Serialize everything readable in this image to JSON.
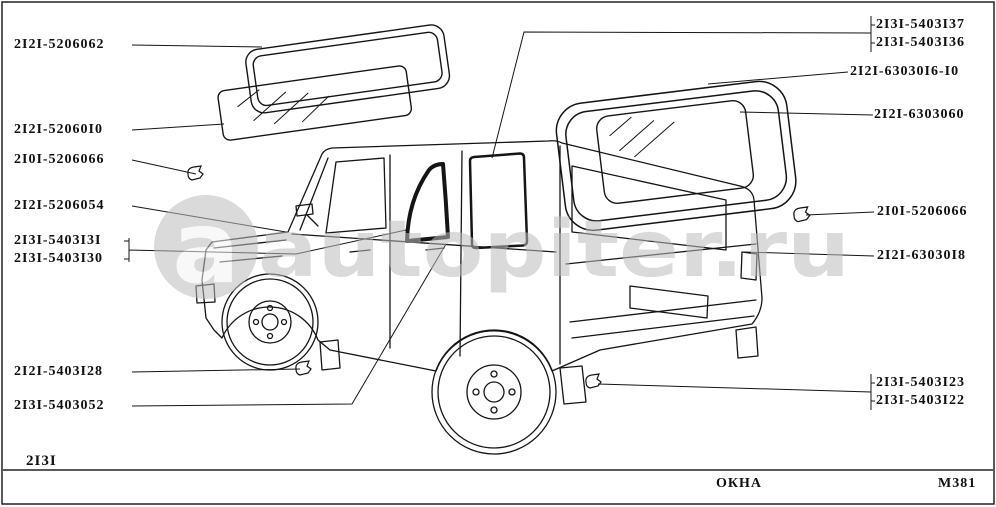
{
  "watermark": {
    "logo_letter": "a",
    "text": "autopiter.ru"
  },
  "footer": {
    "model_code": "2I3I",
    "sheet_title": "ОКНА",
    "figure_code": "M381"
  },
  "labels": {
    "left": [
      "2I2I-5206062",
      "2I2I-52060I0",
      "2I0I-5206066",
      "2I2I-5206054",
      "2I3I-5403I3I",
      "2I3I-5403I30",
      "2I2I-5403I28",
      "2I3I-5403052"
    ],
    "right": [
      "2I3I-5403I37",
      "2I3I-5403I36",
      "2I2I-63030I6-I0",
      "2I2I-6303060",
      "2I0I-5206066",
      "2I2I-63030I8",
      "2I3I-5403I23",
      "2I3I-5403I22"
    ]
  }
}
